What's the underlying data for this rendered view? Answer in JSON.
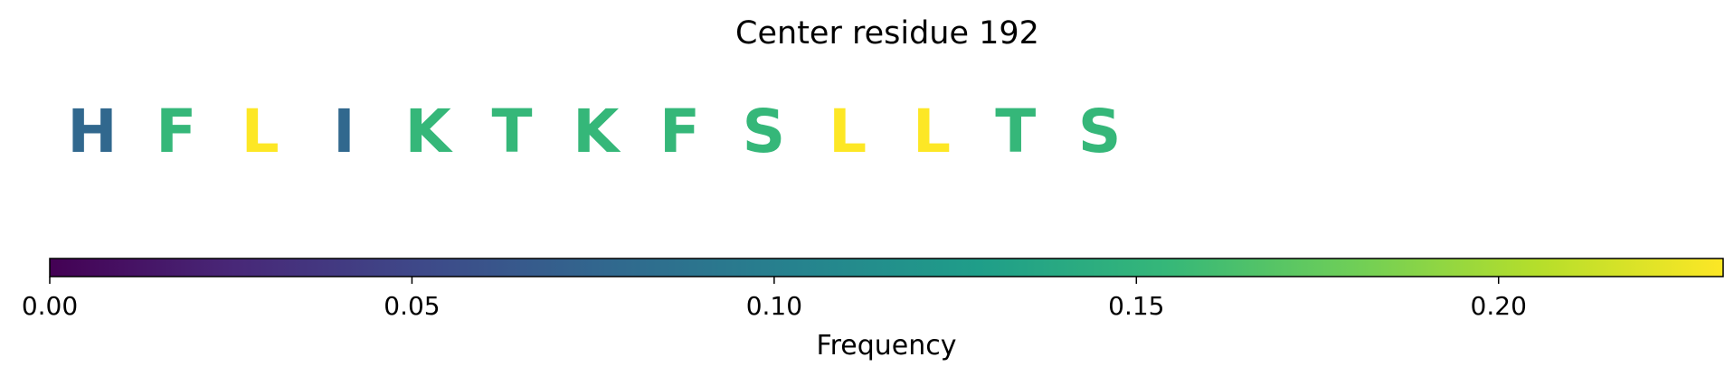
{
  "chart_data": {
    "type": "heatmap",
    "title": "Center residue 192",
    "colormap": "viridis",
    "colorbar": {
      "label": "Frequency",
      "range": [
        0,
        0.231
      ],
      "orientation": "horizontal",
      "ticks": [
        0,
        0.05,
        0.1,
        0.15,
        0.2
      ],
      "tick_labels": [
        "0.00",
        "0.05",
        "0.10",
        "0.15",
        "0.20"
      ]
    },
    "residues": [
      {
        "letter": "H",
        "frequency": 0.077
      },
      {
        "letter": "F",
        "frequency": 0.154
      },
      {
        "letter": "L",
        "frequency": 0.231
      },
      {
        "letter": "I",
        "frequency": 0.077
      },
      {
        "letter": "K",
        "frequency": 0.154
      },
      {
        "letter": "T",
        "frequency": 0.154
      },
      {
        "letter": "K",
        "frequency": 0.154
      },
      {
        "letter": "F",
        "frequency": 0.154
      },
      {
        "letter": "S",
        "frequency": 0.154
      },
      {
        "letter": "L",
        "frequency": 0.231
      },
      {
        "letter": "L",
        "frequency": 0.231
      },
      {
        "letter": "T",
        "frequency": 0.154
      },
      {
        "letter": "S",
        "frequency": 0.154
      }
    ],
    "colors": {
      "viridis_stops": [
        "#440154",
        "#482878",
        "#3e4989",
        "#31688e",
        "#26828e",
        "#1f9e89",
        "#35b779",
        "#6ece58",
        "#b5de2b",
        "#fde725"
      ],
      "frame": "#000000"
    }
  }
}
